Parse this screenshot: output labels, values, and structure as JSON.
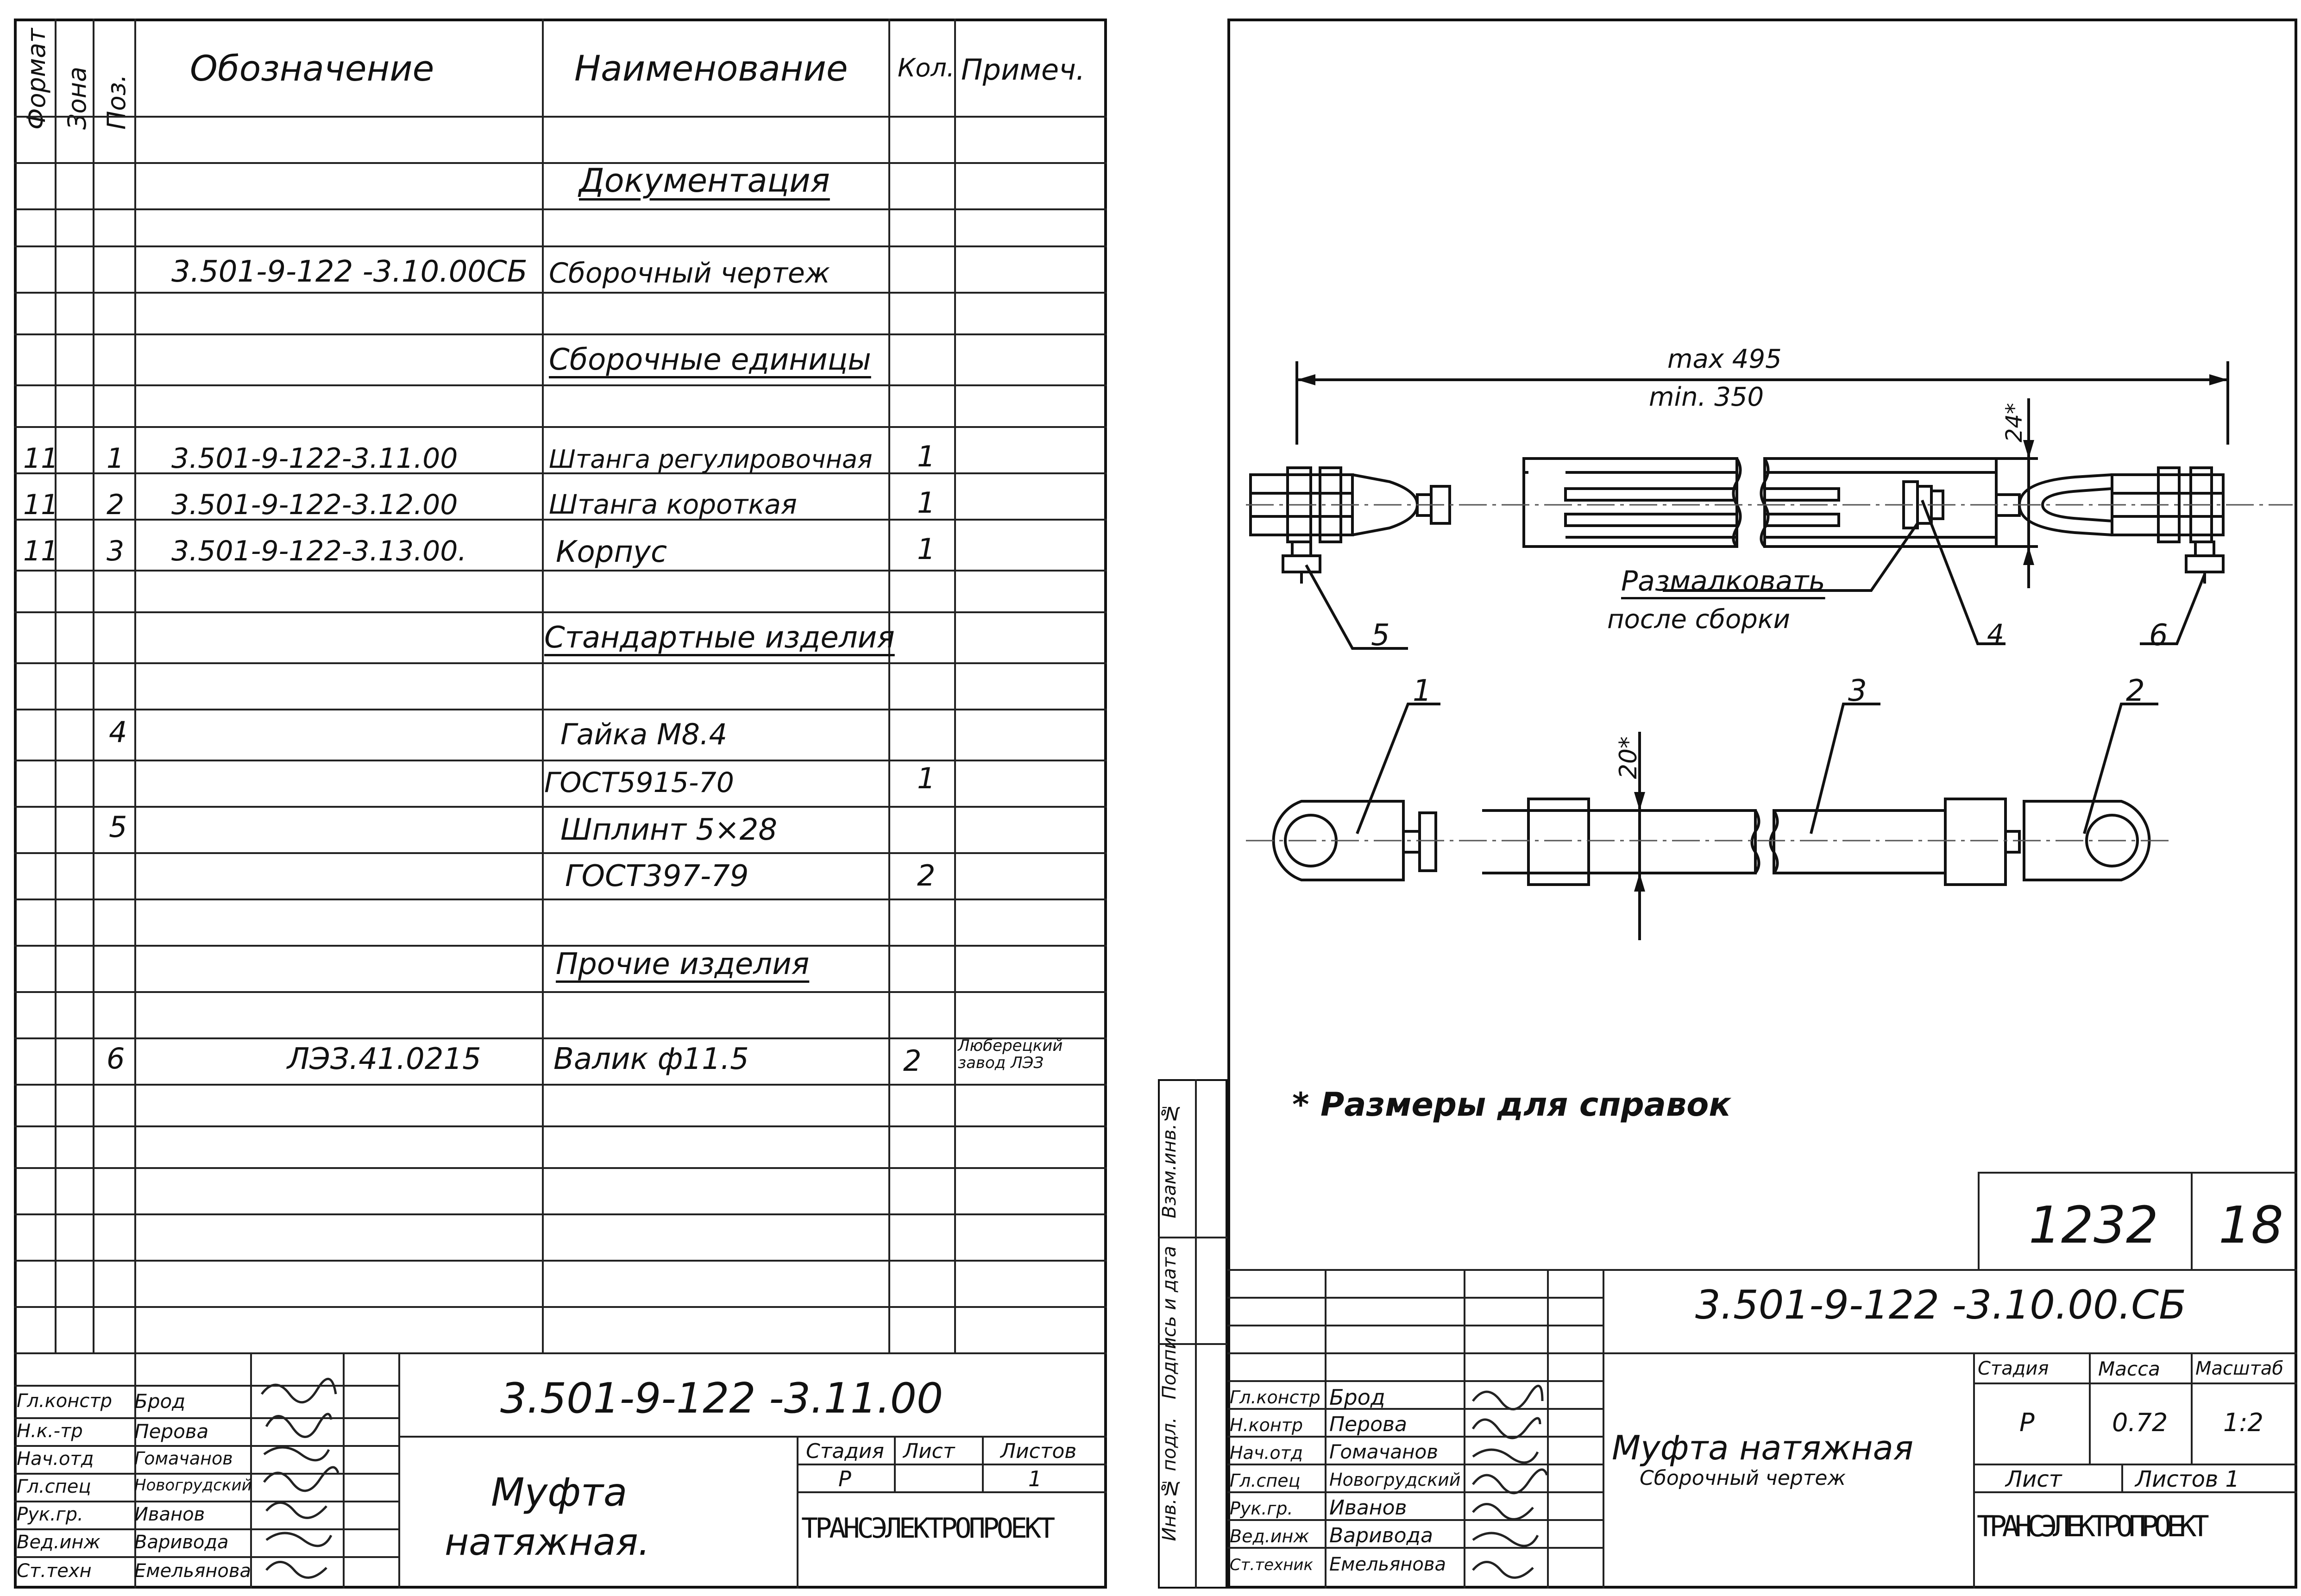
{
  "spec": {
    "headers": [
      "Формат",
      "Зона",
      "Поз.",
      "Обозначение",
      "Наименование",
      "Кол.",
      "Примеч."
    ],
    "rows": [
      {
        "fmt": "",
        "pos": "",
        "code": "",
        "name": "Документация",
        "qty": "",
        "note": "",
        "heading": true
      },
      {
        "fmt": "",
        "pos": "",
        "code": "3.501-9-122 -3.10.00СБ",
        "name": "Сборочный чертеж",
        "qty": "",
        "note": ""
      },
      {
        "fmt": "",
        "pos": "",
        "code": "",
        "name": "Сборочные единицы",
        "qty": "",
        "note": "",
        "heading": true
      },
      {
        "fmt": "11",
        "pos": "1",
        "code": "3.501-9-122-3.11.00",
        "name": "Штанга регулировочная",
        "qty": "1",
        "note": ""
      },
      {
        "fmt": "11",
        "pos": "2",
        "code": "3.501-9-122-3.12.00",
        "name": "Штанга короткая",
        "qty": "1",
        "note": ""
      },
      {
        "fmt": "11",
        "pos": "3",
        "code": "3.501-9-122-3.13.00.",
        "name": "Корпус",
        "qty": "1",
        "note": ""
      },
      {
        "fmt": "",
        "pos": "",
        "code": "",
        "name": "Стандартные изделия",
        "qty": "",
        "note": "",
        "heading": true
      },
      {
        "fmt": "",
        "pos": "4",
        "code": "",
        "name": "Гайка М8.4",
        "qty": "",
        "note": ""
      },
      {
        "fmt": "",
        "pos": "",
        "code": "",
        "name": "ГОСТ5915-70",
        "qty": "1",
        "note": ""
      },
      {
        "fmt": "",
        "pos": "5",
        "code": "",
        "name": "Шплинт 5×28",
        "qty": "",
        "note": ""
      },
      {
        "fmt": "",
        "pos": "",
        "code": "",
        "name": "ГОСТ397-79",
        "qty": "2",
        "note": ""
      },
      {
        "fmt": "",
        "pos": "",
        "code": "",
        "name": "Прочие изделия",
        "qty": "",
        "note": "",
        "heading": true
      },
      {
        "fmt": "",
        "pos": "6",
        "code": "ЛЭЗ.41.0215",
        "name": "Валик ф11.5",
        "qty": "2",
        "note": "Люберецкий завод ЛЭЗ"
      }
    ]
  },
  "left_title": {
    "code": "3.501-9-122 -3.11.00",
    "name_line1": "Муфта",
    "name_line2": "натяжная.",
    "stage_label": "Стадия",
    "sheet_label": "Лист",
    "sheets_label": "Листов",
    "stage": "Р",
    "sheet": "",
    "sheets": "1",
    "company": "ТРАНСЭЛЕКТРОПРОЕКТ",
    "signers": [
      {
        "role": "Гл.констр",
        "name": "Брод"
      },
      {
        "role": "Н.к.-тр",
        "name": "Перова"
      },
      {
        "role": "Нач.отд",
        "name": "Гомачанов"
      },
      {
        "role": "Гл.спец",
        "name": "Новогрудский"
      },
      {
        "role": "Рук.гр.",
        "name": "Иванов"
      },
      {
        "role": "Вед.инж",
        "name": "Варивода"
      },
      {
        "role": "Ст.техн",
        "name": "Емельянова"
      }
    ]
  },
  "drawing": {
    "dim_max": "max 495",
    "dim_min": "min. 350",
    "dim_24": "24*",
    "dim_20": "20*",
    "note_peen": "Размалковать",
    "note_after": "после сборки",
    "callouts": [
      "1",
      "2",
      "3",
      "4",
      "5",
      "6"
    ],
    "footnote": "* Размеры для справок",
    "stamp_left": "1232",
    "stamp_right": "18"
  },
  "right_title": {
    "code": "3.501-9-122 -3.10.00.СБ",
    "name": "Муфта натяжная",
    "subname": "Сборочный чертеж",
    "stage_label": "Стадия",
    "mass_label": "Масса",
    "scale_label": "Масштаб",
    "stage": "Р",
    "mass": "0.72",
    "scale": "1:2",
    "sheet_label": "Лист",
    "sheets_label": "Листов 1",
    "company": "ТРАНСЭЛЕКТРОПРОЕКТ",
    "side_labels": [
      "Инв.№ подл.",
      "Подпись и дата",
      "Взам.инв.№"
    ],
    "signers": [
      {
        "role": "Гл.констр",
        "name": "Брод"
      },
      {
        "role": "Н.контр",
        "name": "Перова"
      },
      {
        "role": "Нач.отд",
        "name": "Гомачанов"
      },
      {
        "role": "Гл.спец",
        "name": "Новогрудский"
      },
      {
        "role": "Рук.гр.",
        "name": "Иванов"
      },
      {
        "role": "Вед.инж",
        "name": "Варивода"
      },
      {
        "role": "Ст.техник",
        "name": "Емельянова"
      }
    ]
  }
}
